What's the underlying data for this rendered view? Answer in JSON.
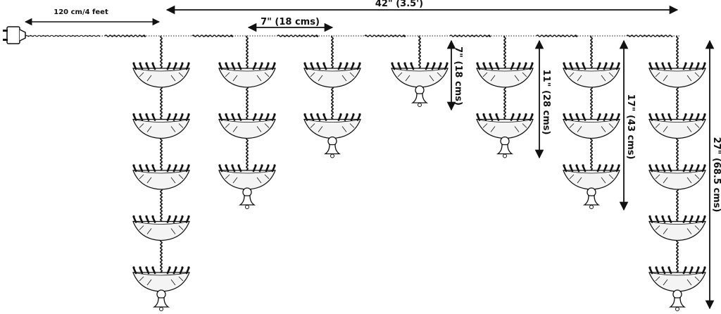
{
  "labels": {
    "cord_length": "120 cm/4 feet",
    "total_width": "42\" (3.5')",
    "spacing": "7\" (18 cms)",
    "drop_1": "7\" (18 cms)",
    "drop_2": "11\" (28 cms)",
    "drop_3": "17\" (43 cms)",
    "drop_4": "27\" (68.5 cms)"
  },
  "strands": [
    {
      "shades": 5
    },
    {
      "shades": 3
    },
    {
      "shades": 2
    },
    {
      "shades": 1
    },
    {
      "shades": 2
    },
    {
      "shades": 3
    },
    {
      "shades": 5
    }
  ],
  "colors": {
    "ink": "#111111",
    "shade_fill": "#f4f4f4"
  }
}
